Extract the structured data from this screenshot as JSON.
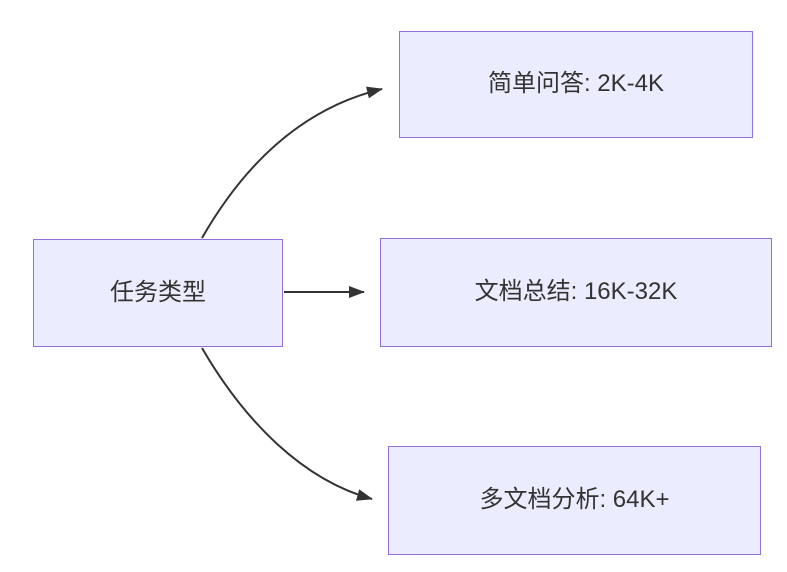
{
  "diagram": {
    "type": "flowchart-left-to-right",
    "root_node": {
      "id": "task-type",
      "label": "任务类型"
    },
    "nodes": [
      {
        "id": "simple-qa",
        "label": "简单问答: 2K-4K"
      },
      {
        "id": "doc-summary",
        "label": "文档总结: 16K-32K"
      },
      {
        "id": "multi-doc-analysis",
        "label": "多文档分析: 64K+"
      }
    ],
    "edges": [
      {
        "from": "task-type",
        "to": "simple-qa"
      },
      {
        "from": "task-type",
        "to": "doc-summary"
      },
      {
        "from": "task-type",
        "to": "multi-doc-analysis"
      }
    ],
    "colors": {
      "node_fill": "#ECECFF",
      "node_border": "#9370DB",
      "edge": "#333333",
      "text": "#333333",
      "background": "#ffffff"
    }
  }
}
